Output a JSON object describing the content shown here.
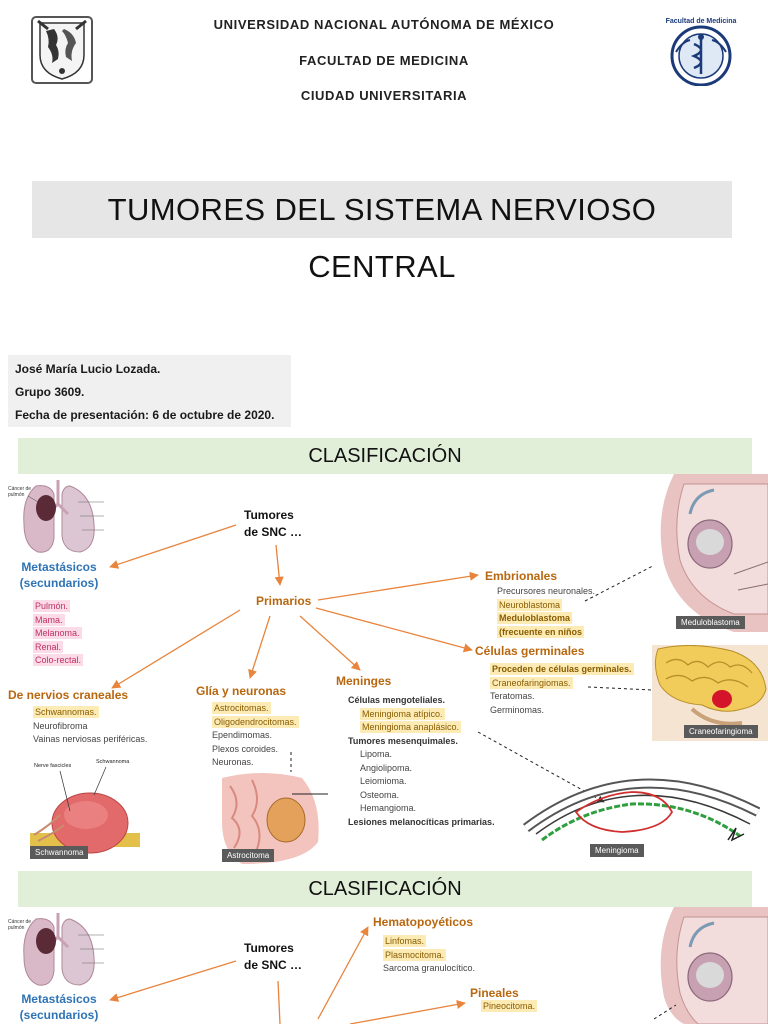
{
  "header": {
    "university": "UNIVERSIDAD NACIONAL AUTÓNOMA DE MÉXICO",
    "faculty": "FACULTAD DE MEDICINA",
    "campus": "CIUDAD UNIVERSITARIA",
    "logo_right_text": "Facultad de Medicina"
  },
  "title": "TUMORES DEL SISTEMA NERVIOSO CENTRAL",
  "author": {
    "name": "José María Lucio Lozada.",
    "group": "Grupo 3609.",
    "date": "Fecha de presentación: 6 de octubre de 2020."
  },
  "slide1": {
    "band_title": "CLASIFICACIÓN",
    "root": [
      "Tumores",
      "de SNC …"
    ],
    "primarios": "Primarios",
    "metastasicos": {
      "title": [
        "Metastásicos",
        "(secundarios)"
      ],
      "items": [
        "Pulmón.",
        "Mama.",
        "Melanoma.",
        "Renal.",
        "Colo-rectal."
      ]
    },
    "embrionales": {
      "title": "Embrionales",
      "items": [
        "Precursores neuronales.",
        "Neuroblastoma",
        "Meduloblastoma",
        "(frecuente en niños"
      ]
    },
    "germinales": {
      "title": "Células germinales",
      "items": [
        "Proceden de células germinales.",
        "Craneofaringiomas.",
        "Teratomas.",
        "Germinomas."
      ]
    },
    "nervios": {
      "title": "De nervios craneales",
      "items": [
        "Schwannomas.",
        "Neurofibroma",
        "Vainas nerviosas periféricas."
      ]
    },
    "glia": {
      "title": "Glía y neuronas",
      "items": [
        "Astrocitomas.",
        "Oligodendrocitomas.",
        "Ependimomas.",
        "Plexos coroides.",
        "Neuronas."
      ]
    },
    "meninges": {
      "title": "Meninges",
      "items": [
        "Células mengoteliales.",
        "Meningioma atípico.",
        "Meningioma anaplásico.",
        "Tumores mesenquimales.",
        "Lipoma.",
        "Angiolipoma.",
        "Leiomioma.",
        "Osteoma.",
        "Hemangioma.",
        "Lesiones melanocíticas primarias."
      ]
    },
    "image_labels": {
      "lung_small": [
        "Cáncer de",
        "pulmón"
      ],
      "nerve_fascicles": "Nerve fascicles",
      "schwannoma_small": "Schwannoma"
    },
    "captions": {
      "meduloblastoma": "Meduloblastoma",
      "craneofaringioma": "Craneofaringioma",
      "schwannoma": "Schwannoma",
      "astrocitoma": "Astrocitoma",
      "meningioma": "Meningioma"
    }
  },
  "slide2": {
    "band_title": "CLASIFICACIÓN",
    "root": [
      "Tumores",
      "de SNC …"
    ],
    "metastasicos_title": [
      "Metastásicos",
      "(secundarios)"
    ],
    "hemato": {
      "title": "Hematopoyéticos",
      "items": [
        "Linfomas.",
        "Plasmocitoma.",
        "Sarcoma granulocítico."
      ]
    },
    "pineales": {
      "title": "Pineales",
      "items": [
        "Pineocitoma."
      ]
    },
    "image_labels": {
      "lung_small": [
        "Cáncer de",
        "pulmón"
      ]
    }
  },
  "colors": {
    "accent_orange": "#e8843c",
    "heading_orange": "#b9670f",
    "heading_blue": "#2e74b5",
    "band_green": "#e1efd9",
    "highlight_yellow": "#fcebb5",
    "highlight_pink": "#fbdbe8"
  }
}
